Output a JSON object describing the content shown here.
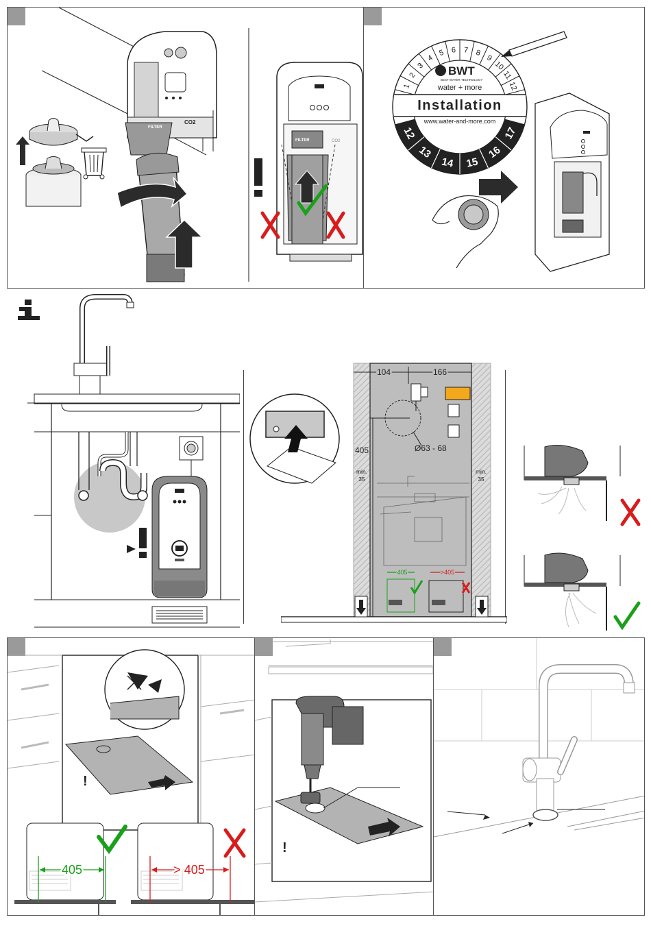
{
  "colors": {
    "green": "#1aa01a",
    "red": "#d81c1c",
    "gray": "#9a9a9a",
    "dark": "#444444",
    "light": "#d8d8d8",
    "hatch": "#c8c8c8",
    "warn": "#f4a81c"
  },
  "panel1": {
    "filter_label": "FILTER",
    "co2_label": "CO2"
  },
  "panel2": {
    "brand": "BWT",
    "brand_sub": "BEST WATER TECHNOLOGY",
    "tagline": "water + more",
    "title": "Installation",
    "url": "www.water-and-more.com",
    "months": [
      "1",
      "2",
      "3",
      "4",
      "5",
      "6",
      "7",
      "8",
      "9",
      "10",
      "11",
      "12"
    ],
    "years": [
      "12",
      "13",
      "14",
      "15",
      "16",
      "17"
    ]
  },
  "info": {
    "icon": "i"
  },
  "dims": {
    "left": "104",
    "right": "166",
    "height": "405",
    "min_left": "min.\n35",
    "min_left_a": "min.",
    "min_left_b": "35",
    "min_right_a": "min.",
    "min_right_b": "35",
    "diameter": "Ø63 - 68",
    "ok_width": "405",
    "bad_width": ">405"
  },
  "panel4": {
    "ok_width": "405",
    "bad_width": "> 405",
    "warn": "!"
  },
  "panel5": {
    "warn": "!"
  }
}
